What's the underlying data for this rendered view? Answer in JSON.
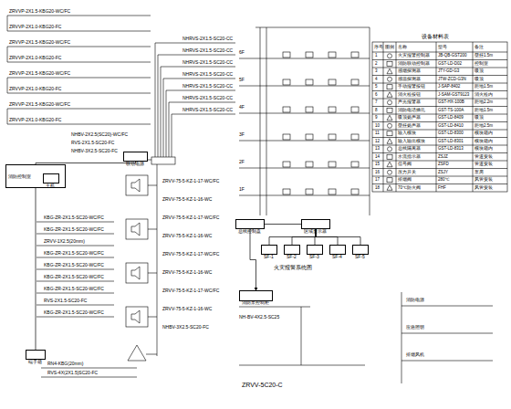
{
  "diagram": {
    "nodes": [
      {
        "text": [
          "消防控制室"
        ]
      },
      {
        "text": [
          "主机"
        ],
        "in": 0
      },
      {
        "text": [
          "联动电源"
        ]
      },
      {
        "text": [
          "端子箱"
        ]
      },
      {
        "text": [
          "总线控制盘"
        ]
      },
      {
        "text": [
          "区域显示器"
        ]
      },
      {
        "text": [
          "SF-1"
        ]
      },
      {
        "text": [
          "SF-2"
        ]
      },
      {
        "text": [
          "SF-3"
        ]
      },
      {
        "text": [
          "SF-4"
        ]
      },
      {
        "text": [
          "SF-5"
        ]
      },
      {
        "text": [
          "消防泵控制柜"
        ]
      }
    ],
    "edges": [
      {
        "from": 0,
        "to": 2,
        "arrow": "none"
      },
      {
        "from": 0,
        "to": 3,
        "arrow": "none"
      },
      {
        "from": 4,
        "to": 5,
        "arrow": "none"
      },
      {
        "from": 5,
        "to": 6,
        "arrow": "none"
      },
      {
        "from": 5,
        "to": 7,
        "arrow": "none"
      },
      {
        "from": 5,
        "to": 8,
        "arrow": "none"
      },
      {
        "from": 5,
        "to": 9,
        "arrow": "none"
      },
      {
        "from": 5,
        "to": 10,
        "arrow": "none"
      },
      {
        "from": 4,
        "to": 11,
        "arrow": "to"
      }
    ],
    "labels": [
      "ZRVVP-2X1.5-KBG20-WC/FC",
      "ZRVVP-2X1.0-KBG20-FC",
      "ZRVVP-2X1.5-KBG20-WC/FC",
      "ZRVVP-2X1.0-KBG20-FC",
      "ZRVVP-2X1.5-KBG20-WC/FC",
      "ZRVVP-2X1.0-KBG20-FC",
      "ZRVVP-2X1.5-KBG20-WC/FC",
      "ZRVVP-2X1.0-KBG20-FC",
      "NHRVS-2X1.5-SC20-CC",
      "NHRVS-2X1.5-SC20-CC",
      "NHRVS-2X1.5-SC20-CC",
      "NHRVS-2X1.5-SC20-CC",
      "NHRVS-2X1.5-SC20-CC",
      "NHRVS-2X1.5-SC20-CC",
      "NHRVS-2X1.5-SC20-CC",
      "NHBV-2X2.5(SC20)-WC/FC",
      "RVS-2X1.5-SC20-FC",
      "NHBV-3X2.5-SC20-FC",
      "ZRVV-75-5-KZ-1-17-WC/FC",
      "ZRVV-75-5-KZ-1-16-WC",
      "ZRVV-75-5-KZ-1-17-WC/FC",
      "ZRVV-75-5-KZ-1-16-WC",
      "ZRVV-75-5-KZ-1-17-WC/FC",
      "ZRVV-75-5-KZ-1-16-WC",
      "ZRVV-75-5-KZ-1-17-WC/FC",
      "ZRVV-75-5-KZ-1-16-WC",
      "NHBV-3X2.5-SC20-FC",
      "KBG-ZR-2X1.5-SC20-WC/FC",
      "KBG-ZR-2X1.5-SC20-WC/FC",
      "ZRVV-1X2.5(20mm)",
      "KBG-ZR-2X1.5-SC20-WC/FC",
      "KBG-ZR-2X1.5-SC20-WC/FC",
      "KBG-ZR-2X1.5-SC20-WC/FC",
      "KBG-ZR-2X1.5-SC20-WC/FC",
      "RVS-2X1.5-SC20-FC",
      "KBG-ZR-2X1.5-SC20-WC/FC",
      "RN4-KBG(20mm)",
      "RVS-4X(2X1.5)SC20-FC",
      "6F",
      "5F",
      "4F",
      "3F",
      "2F",
      "1F",
      "火灾报警系统图",
      "NH-BV-4X2.5-SC25",
      "ZRVV-5C20-C",
      "消防电源",
      "应急照明",
      "排烟风机",
      "设备材料表",
      "序号",
      "图例",
      "名称",
      "型号",
      "备注",
      "1",
      "火灾报警控制器",
      "JB-QB-GST200",
      "壁挂1.5m",
      "2",
      "消防联动控制器",
      "GST-LD-D02",
      "控制室",
      "3",
      "感烟探测器",
      "JTY-GD-G3",
      "吸顶",
      "4",
      "感温探测器",
      "JTW-ZCD-G3N",
      "吸顶",
      "5",
      "手动报警按钮",
      "J-SAP-8402",
      "距地1.5m",
      "6",
      "消火栓按钮",
      "J-SAM-GST9123",
      "消火栓内",
      "7",
      "声光报警器",
      "GST-HX-100B",
      "距地2.2m",
      "8",
      "消防电话插孔",
      "GST-TS-100A",
      "距地1.5m",
      "9",
      "吸顶扬声器",
      "GST-LD-8409",
      "吸顶",
      "10",
      "壁挂扬声器",
      "GST-LD-8410",
      "距地2.5m",
      "11",
      "输入模块",
      "GST-LD-8300",
      "模块箱内",
      "12",
      "输入输出模块",
      "GST-LD-8301",
      "模块箱内",
      "13",
      "总线隔离器",
      "GST-LD-8313",
      "模块箱内",
      "14",
      "水流指示器",
      "ZSJZ",
      "管道安装",
      "15",
      "信号阀",
      "ZSFD",
      "管道安装",
      "16",
      "压力开关",
      "ZSJY",
      "泵房",
      "17",
      "排烟阀",
      "280℃",
      "风管安装",
      "18",
      "70℃防火阀",
      "FHF",
      "风管安装"
    ]
  }
}
